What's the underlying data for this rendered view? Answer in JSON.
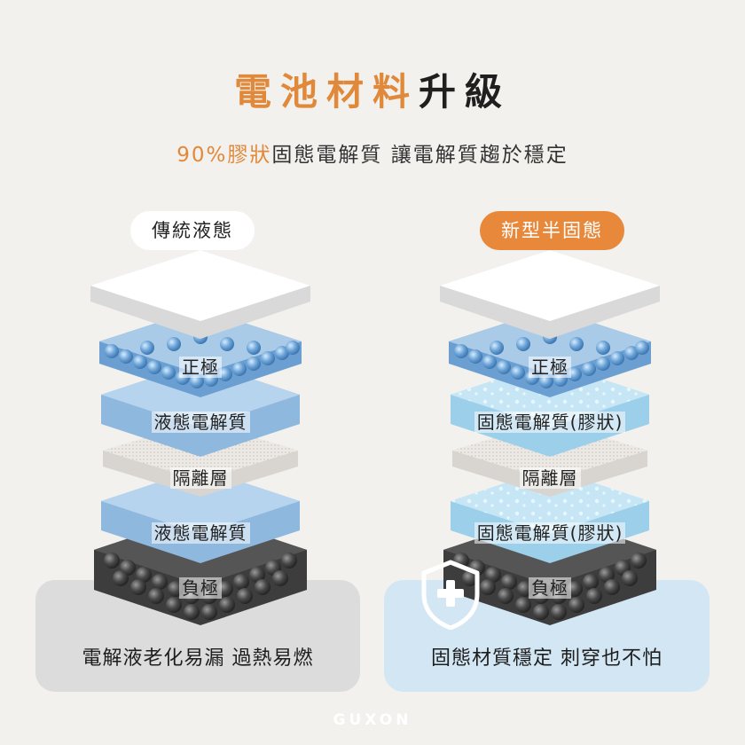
{
  "header": {
    "title_accent": "電池材料",
    "title_rest": "升級",
    "subtitle_accent": "90%膠狀",
    "subtitle_rest": "固態電解質  讓電解質趨於穩定"
  },
  "left_column": {
    "pill": "傳統液態",
    "layers": [
      "正極",
      "液態電解質",
      "隔離層",
      "液態電解質",
      "負極"
    ],
    "panel_text": "電解液老化易漏  過熱易燃"
  },
  "right_column": {
    "pill": "新型半固態",
    "layers": [
      "正極",
      "固態電解質(膠狀)",
      "隔離層",
      "固態電解質(膠狀)",
      "負極"
    ],
    "panel_text": "固態材質穩定 刺穿也不怕",
    "badge_icon": "shield-plus-icon"
  },
  "brand": "GUXON",
  "colors": {
    "accent": "#e0893a",
    "pill_accent": "#e8883a",
    "left_panel": "#dcdcdc",
    "right_panel": "#d3e6f4",
    "cathode_blue": "#6fa6d8",
    "liquid_blue": "#a9cbe8",
    "gel_blue": "#bfe1f4",
    "separator_gray": "#e6e3df",
    "anode_dark": "#3d3d3d"
  }
}
